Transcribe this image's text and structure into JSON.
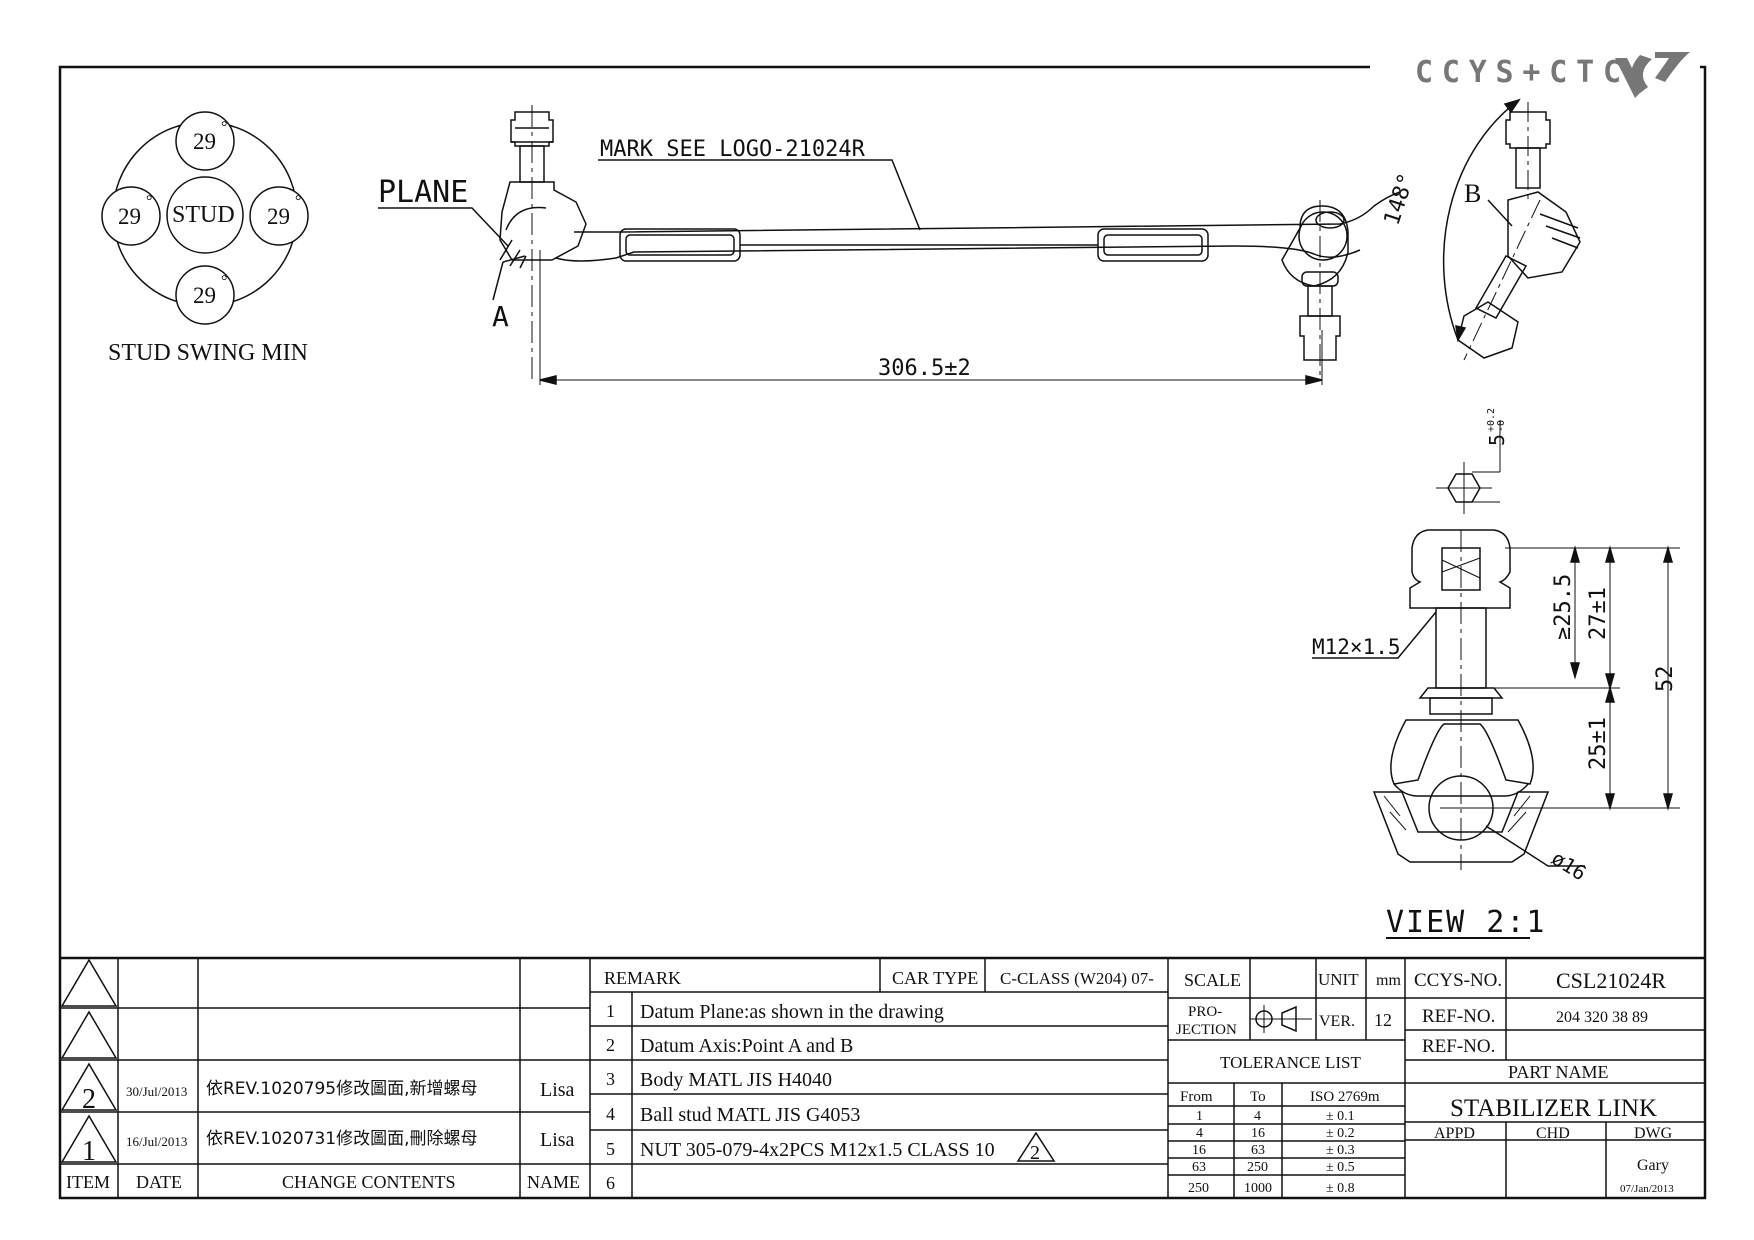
{
  "brand": {
    "logo_text": "CCYS+CTC"
  },
  "swing": {
    "top": "29",
    "left": "29",
    "right": "29",
    "bottom": "29",
    "degree_mark": "°",
    "center": "STUD",
    "caption": "STUD SWING MIN"
  },
  "main_view": {
    "plane": "PLANE",
    "point_a": "A",
    "mark": "MARK SEE LOGO-21024R",
    "length": "306.5±2"
  },
  "side_view": {
    "angle": "148°",
    "point_b": "B"
  },
  "detail_view": {
    "hex": "5",
    "hex_tol_upper": "+0.2",
    "hex_tol_lower": "-0",
    "thread": "M12×1.5",
    "dim_thread": "≥25.5",
    "dim_upper": "27±1",
    "dim_total": "52",
    "dim_lower": "25±1",
    "ball": "ø16",
    "caption": "VIEW 2:1"
  },
  "revisions": {
    "rows": [
      {
        "item": "",
        "date": "",
        "content": "",
        "name": ""
      },
      {
        "item": "",
        "date": "",
        "content": "",
        "name": ""
      },
      {
        "item": "2",
        "date": "30/Jul/2013",
        "content": "依REV.1020795修改圖面,新增螺母",
        "name": "Lisa"
      },
      {
        "item": "1",
        "date": "16/Jul/2013",
        "content": "依REV.1020731修改圖面,刪除螺母",
        "name": "Lisa"
      }
    ],
    "headers": {
      "item": "ITEM",
      "date": "DATE",
      "content": "CHANGE CONTENTS",
      "name": "NAME"
    }
  },
  "remarks": {
    "title": "REMARK",
    "car_type_label": "CAR TYPE",
    "car_type": "C-CLASS (W204) 07-",
    "rows": [
      {
        "no": "1",
        "text": "Datum Plane:as shown in the drawing"
      },
      {
        "no": "2",
        "text": "Datum Axis:Point A and B"
      },
      {
        "no": "3",
        "text": "Body MATL JIS H4040"
      },
      {
        "no": "4",
        "text": "Ball stud MATL JIS G4053"
      },
      {
        "no": "5",
        "text": "NUT 305-079-4x2PCS M12x1.5 CLASS 10",
        "rev": "2"
      },
      {
        "no": "6",
        "text": ""
      }
    ]
  },
  "scale": {
    "label": "SCALE",
    "value": "",
    "unit_label": "UNIT",
    "unit": "mm",
    "projection_1": "PRO-",
    "projection_2": "JECTION",
    "ver_label": "VER.",
    "ver": "12"
  },
  "tolerance": {
    "title": "TOLERANCE LIST",
    "headers": {
      "from": "From",
      "to": "To",
      "std": "ISO 2769m"
    },
    "rows": [
      {
        "from": "1",
        "to": "4",
        "tol": "± 0.1"
      },
      {
        "from": "4",
        "to": "16",
        "tol": "± 0.2"
      },
      {
        "from": "16",
        "to": "63",
        "tol": "± 0.3"
      },
      {
        "from": "63",
        "to": "250",
        "tol": "± 0.5"
      },
      {
        "from": "250",
        "to": "1000",
        "tol": "± 0.8"
      }
    ]
  },
  "title_block": {
    "ccys_label": "CCYS-NO.",
    "ccys_no": "CSL21024R",
    "ref_label": "REF-NO.",
    "ref_no": "204 320 38 89",
    "ref_label_2": "REF-NO.",
    "ref_no_2": "",
    "part_name_label": "PART NAME",
    "part_name": "STABILIZER LINK",
    "appd": "APPD",
    "chd": "CHD",
    "dwg": "DWG",
    "drawer": "Gary",
    "date": "07/Jan/2013"
  }
}
